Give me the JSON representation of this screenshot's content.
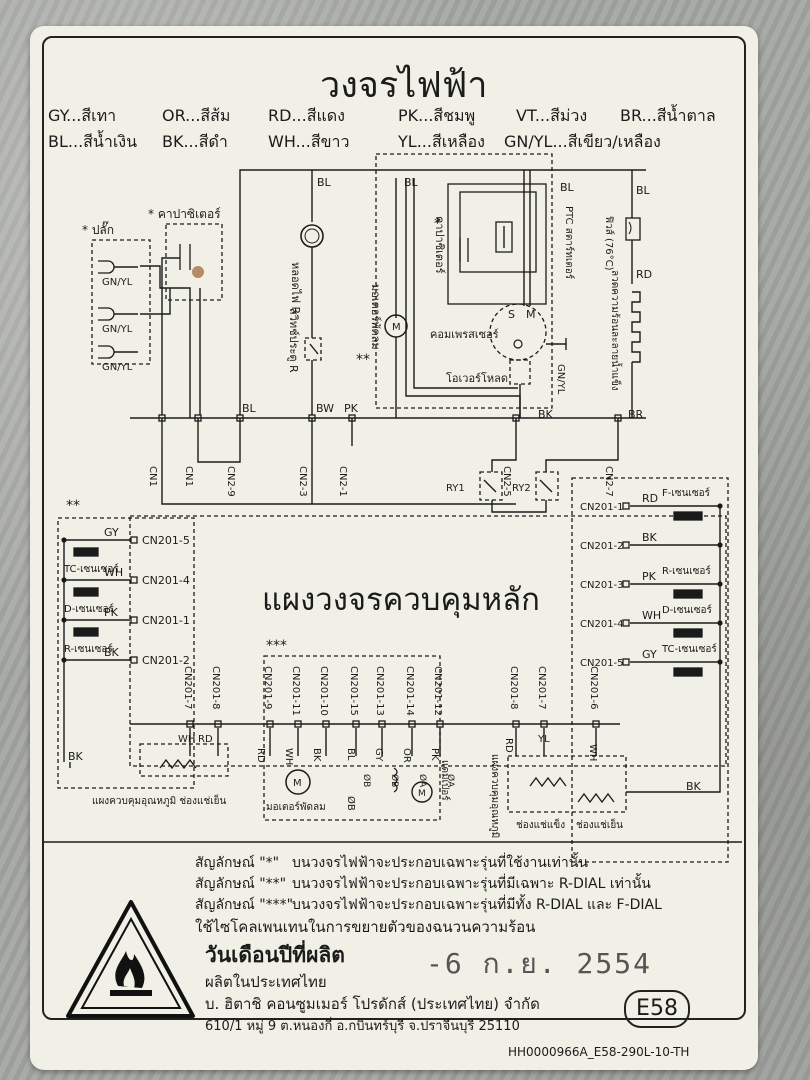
{
  "title": "วงจรไฟฟ้า",
  "color_legend": [
    "GY...สีเทา",
    "OR...สีส้ม",
    "RD...สีแดง",
    "PK...สีชมพู",
    "VT...สีม่วง",
    "BR...สีน้ำตาล",
    "BL...สีน้ำเงิน",
    "BK...สีดำ",
    "WH...สีขาว",
    "YL...สีเหลือง",
    "GN/YL...สีเขียว/เหลือง"
  ],
  "top": {
    "plug": "* ปลั๊ก",
    "capacitor": "* คาปาซิเตอร์",
    "gnyl": "GN/YL",
    "lamp": "หลอดไฟ R",
    "door_switch": "สวิทช์ประตู R",
    "fan_motor": "มอเตอร์พัดลม",
    "fan_star": "**",
    "compressor": "คอมเพรสเซอร์",
    "overload": "โอเวอร์โหลด",
    "cap2": "คาปาซิเตอร์",
    "ptc": "PTC สตาร์ทเตอร์",
    "star1": "*",
    "fuse": "ฟิวส์ (76°C)",
    "heater": "ลวดความร้อนละลายน้ำแข็ง",
    "s": "S",
    "m": "M",
    "bl": "BL",
    "bw": "BW",
    "pk": "PK",
    "bk": "BK",
    "br": "BR",
    "rd": "RD",
    "gn_yl": "GN/YL"
  },
  "connectors": [
    "CN1",
    "CN1",
    "CN2-9",
    "CN2-3",
    "CN2-1",
    "CN2-5",
    "CN2-7"
  ],
  "relays": [
    "RY1",
    "RY2"
  ],
  "board_title": "แผงวงจรควบคุมหลัก",
  "left_sensors": {
    "star": "**",
    "rows": [
      {
        "wire": "GY",
        "pin": "CN201-5",
        "name": "TC-เซนเซอร์"
      },
      {
        "wire": "WH",
        "pin": "CN201-4",
        "name": "D-เซนเซอร์"
      },
      {
        "wire": "PK",
        "pin": "CN201-1",
        "name": "R-เซนเซอร์"
      },
      {
        "wire": "BK",
        "pin": "CN201-2",
        "name": ""
      }
    ]
  },
  "right_sensors": [
    {
      "pin": "CN201-1",
      "wire": "RD",
      "name": "F-เซนเซอร์"
    },
    {
      "pin": "CN201-2",
      "wire": "BK",
      "name": ""
    },
    {
      "pin": "CN201-3",
      "wire": "PK",
      "name": "R-เซนเซอร์"
    },
    {
      "pin": "CN201-4",
      "wire": "WH",
      "name": "D-เซนเซอร์"
    },
    {
      "pin": "CN201-5",
      "wire": "GY",
      "name": "TC-เซนเซอร์"
    }
  ],
  "bottom_pins": {
    "star3": "***",
    "left_dial": [
      "CN201-7",
      "CN201-8"
    ],
    "fan": [
      "CN201-9",
      "CN201-11",
      "CN201-10"
    ],
    "damper": [
      "CN201-15",
      "CN201-13",
      "CN201-14",
      "CN201-12"
    ],
    "right_dial": [
      "CN201-8",
      "CN201-7",
      "CN201-6"
    ],
    "wires_left_dial": [
      "WH",
      "RD",
      "BK"
    ],
    "wires_fan": [
      "RD",
      "WH",
      "BK"
    ],
    "wires_damper": [
      "BL",
      "GY",
      "OR",
      "PK"
    ],
    "damper_phase": [
      "ØB",
      "ØB",
      "ØA",
      "ØA"
    ],
    "ob_bar": "ØB",
    "wires_right": [
      "RD",
      "YL",
      "WH",
      "BK"
    ],
    "left_dial_caption": "แผงควบคุมอุณหภูมิ ช่องแช่เย็น",
    "fan_caption": "มอเตอร์พัดลม",
    "damper_caption": "แดมเปอร์",
    "right_caption_v": "แผงควบคุมอุณหภูมิ",
    "right_a": "ช่องแช่แข็ง",
    "right_b": "ช่องแช่เย็น"
  },
  "notes": [
    {
      "sym": "สัญลักษณ์ \"*\"",
      "text": "บนวงจรไฟฟ้าจะประกอบเฉพาะรุ่นที่ใช้งานเท่านั้น"
    },
    {
      "sym": "สัญลักษณ์ \"**\"",
      "text": "บนวงจรไฟฟ้าจะประกอบเฉพาะรุ่นที่มีเฉพาะ R-DIAL เท่านั้น"
    },
    {
      "sym": "สัญลักษณ์ \"***\"",
      "text": "บนวงจรไฟฟ้าจะประกอบเฉพาะรุ่นที่มีทั้ง R-DIAL และ F-DIAL"
    }
  ],
  "cyclopentane": "ใช้ไซโคลเพนเทนในการขยายตัวของฉนวนความร้อน",
  "mfg_date_label": "วันเดือนปีที่ผลิต",
  "mfg_date": "-6 ก.ย. 2554",
  "made_in": "ผลิตในประเทศไทย",
  "company": "บ. ฮิตาชิ คอนซูมเมอร์ โปรดักส์ (ประเทศไทย) จำกัด",
  "address": "610/1 หมู่ 9 ต.หนองกี่ อ.กบินทร์บุรี จ.ปราจีนบุรี 25110",
  "model_box": "E58",
  "part_number": "HH0000966A_E58-290L-10-TH",
  "colors": {
    "ink": "#1b1b1b",
    "paper": "#f1f0e6",
    "stamp": "#555555",
    "rust": "#a0602a",
    "heater_box": "#222222"
  }
}
